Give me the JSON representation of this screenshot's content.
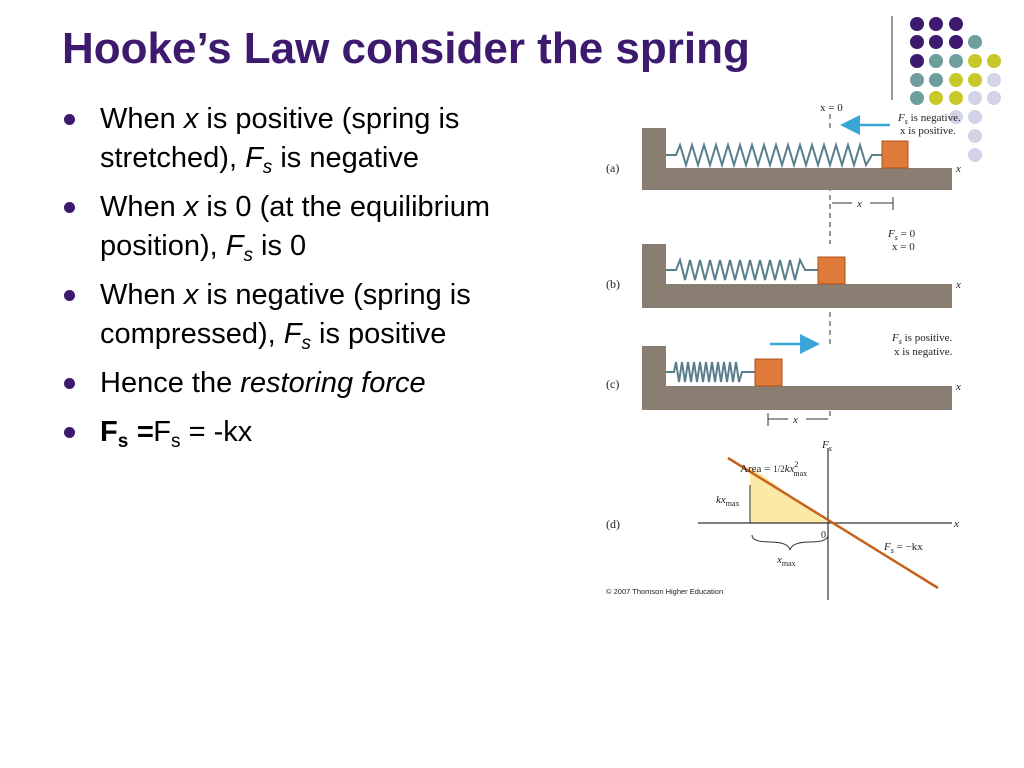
{
  "slide": {
    "title": "Hooke’s Law consider the spring",
    "bullets": [
      {
        "pre": "When ",
        "var": "x",
        "mid": " is positive (spring is stretched), ",
        "force": "F",
        "force_sub": "s",
        "post": " is negative"
      },
      {
        "pre": "When ",
        "var": "x",
        "mid": " is 0 (at the equilibrium position), ",
        "force": "F",
        "force_sub": "s",
        "post": " is 0"
      },
      {
        "pre": "When ",
        "var": "x",
        "mid": " is negative (spring is compressed), ",
        "force": "F",
        "force_sub": "s",
        "post": " is positive"
      },
      {
        "pre": "Hence the ",
        "em": "restoring force"
      },
      {
        "bold_f": "F",
        "bold_sub": "s",
        "bold_eq": " =",
        "f": "F",
        "f_sub": "s",
        "rest": " = -kx"
      }
    ]
  },
  "figure": {
    "x0_label": "x = 0",
    "panel_a": {
      "label": "(a)",
      "note1": "F",
      "note1_sub": "s",
      "note1_rest": " is negative.",
      "note2": "x is positive.",
      "axis": "x",
      "disp": "x"
    },
    "panel_b": {
      "label": "(b)",
      "note1": "F",
      "note1_sub": "s",
      "note1_rest": " = 0",
      "note2": "x = 0",
      "axis": "x"
    },
    "panel_c": {
      "label": "(c)",
      "note1": "F",
      "note1_sub": "s",
      "note1_rest": " is positive.",
      "note2": "x is negative.",
      "axis": "x",
      "disp": "x"
    },
    "panel_d": {
      "label": "(d)",
      "y_axis": "F",
      "y_axis_sub": "s",
      "x_axis": "x",
      "origin": "0",
      "area_label": "Area = ",
      "area_frac": "1/2",
      "area_rest": "kx",
      "area_sup": "2",
      "area_sub": "max",
      "kx_label": "kx",
      "kx_sub": "max",
      "xmax_label": "x",
      "xmax_sub": "max",
      "line_label": "F",
      "line_sub": "s",
      "line_rest": " = −kx"
    },
    "copyright": "© 2007 Thomson Higher Education"
  },
  "colors": {
    "title": "#3d1a6e",
    "purple": "#3d1a6e",
    "teal": "#6f9f9d",
    "yellow": "#c8c82a",
    "lavender": "#d3d3e8",
    "block": "#e07a3a",
    "arrow": "#3aa6d6",
    "line": "#c8611a",
    "area": "#fbeaa6"
  }
}
